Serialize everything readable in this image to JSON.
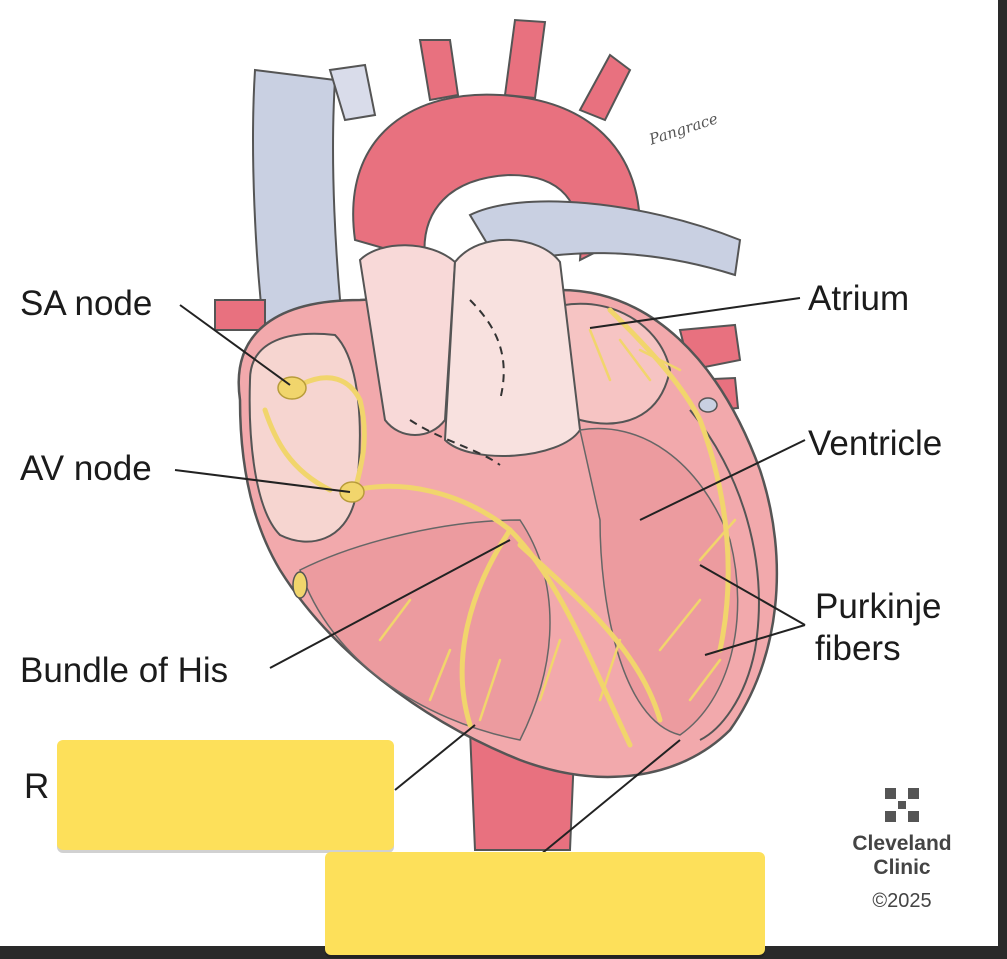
{
  "labels": {
    "sa_node": "SA node",
    "av_node": "AV node",
    "bundle_of_his": "Bundle of His",
    "r_partial": "R",
    "atrium": "Atrium",
    "ventricle": "Ventricle",
    "purkinje_line1": "Purkinje",
    "purkinje_line2": "fibers"
  },
  "branding": {
    "line1": "Cleveland",
    "line2": "Clinic",
    "copyright": "©2025",
    "signature": "Pangrace"
  },
  "colors": {
    "vessel_red": "#e8717f",
    "vein_blue": "#c9d0e2",
    "heart_pink": "#f2a9ac",
    "conduction_yellow": "#f1d56c",
    "sticky_note": "#fde05a"
  }
}
